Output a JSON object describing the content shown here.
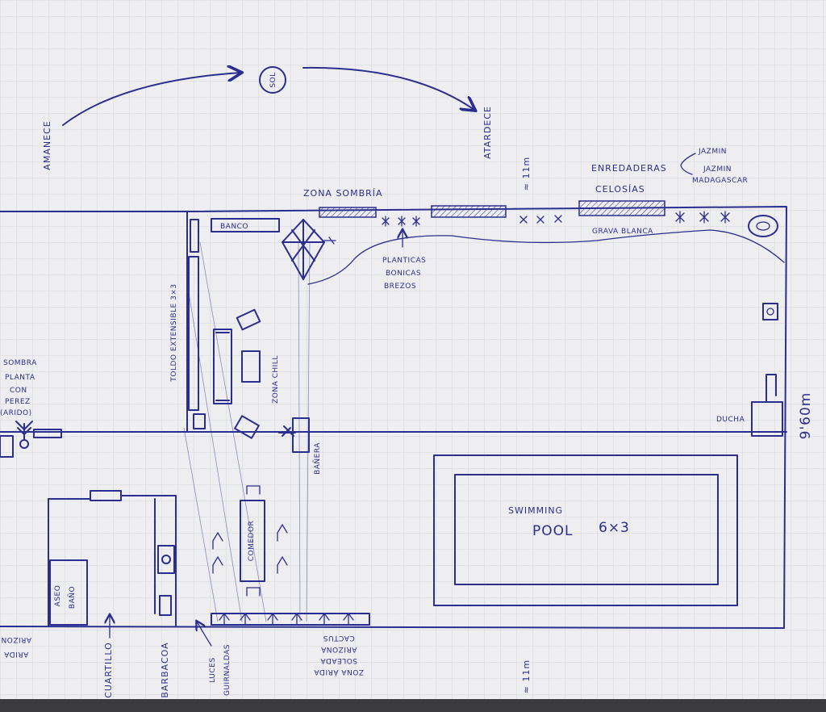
{
  "sun": {
    "label": "SOL",
    "sunrise": "AMANECE",
    "sunset": "ATARDECE"
  },
  "dimensions": {
    "length_top": "≈ 11m",
    "length_bottom": "≈ 11m",
    "width": "9'60m"
  },
  "zones": {
    "shade_zone": "ZONA SOMBRÍA",
    "chill_zone": "ZONA CHILL",
    "dry_zone": [
      "ZONA ÁRIDA",
      "SOLEADA",
      "ARIZONA",
      "CACTUS"
    ],
    "shade_side": [
      "SOMBRA",
      "PLANTA",
      "CON",
      "PEREZ",
      "(ARIDO)"
    ]
  },
  "plants": {
    "climbers": "ENREDADERAS",
    "jasmine": "JAZMIN",
    "jasmine_madagascar": [
      "JAZMIN",
      "MADAGASCAR"
    ],
    "lattice": "CELOSÍAS",
    "white_gravel": "GRAVA BLANCA",
    "small_plants": [
      "PLANTICAS",
      "BONICAS",
      "BREZOS"
    ]
  },
  "elements": {
    "bench": "BANCO",
    "awning": "TOLDO EXTENSIBLE 3×3",
    "bathtub": "BAÑERA",
    "dining": "COMEDOR",
    "shower": "DUCHA",
    "pool_line1": "SWIMMING",
    "pool_line2": "POOL",
    "pool_size": "6×3",
    "toilet": [
      "ASEO",
      "BAÑO"
    ],
    "shed": "CUARTILLO",
    "bbq": "BARBACOA",
    "lights": [
      "LUCES",
      "GUIRNALDAS"
    ],
    "cut_text": [
      "ARIDA",
      "ARIZON"
    ]
  }
}
